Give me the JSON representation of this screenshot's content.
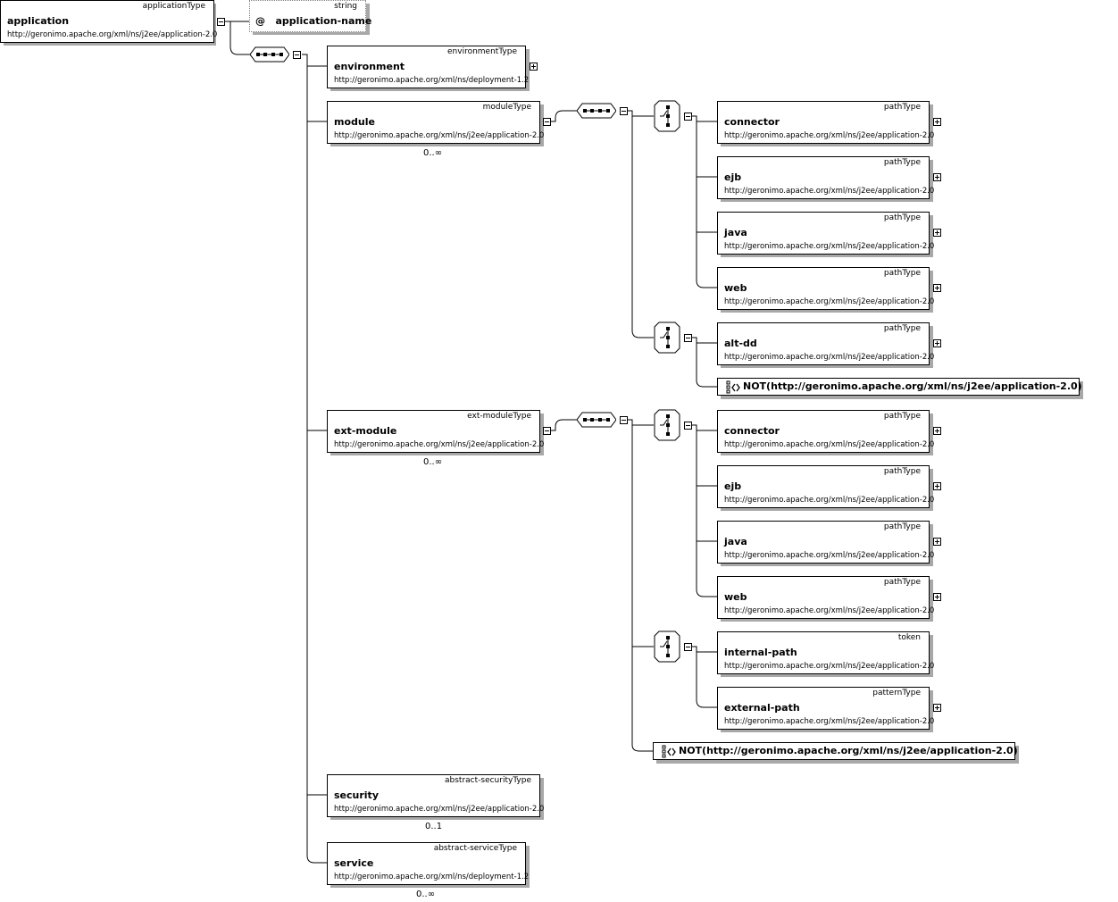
{
  "root": {
    "name": "application",
    "type": "applicationType",
    "ns": "http://geronimo.apache.org/xml/ns/j2ee/application-2.0"
  },
  "attribute": {
    "symbol": "@",
    "name": "application-name",
    "type": "string"
  },
  "elements": {
    "environment": {
      "name": "environment",
      "type": "environmentType",
      "ns": "http://geronimo.apache.org/xml/ns/deployment-1.2"
    },
    "module": {
      "name": "module",
      "type": "moduleType",
      "ns": "http://geronimo.apache.org/xml/ns/j2ee/application-2.0",
      "occurs": "0..∞"
    },
    "ext_module": {
      "name": "ext-module",
      "type": "ext-moduleType",
      "ns": "http://geronimo.apache.org/xml/ns/j2ee/application-2.0",
      "occurs": "0..∞"
    },
    "security": {
      "name": "security",
      "type": "abstract-securityType",
      "ns": "http://geronimo.apache.org/xml/ns/j2ee/application-2.0",
      "occurs": "0..1"
    },
    "service": {
      "name": "service",
      "type": "abstract-serviceType",
      "ns": "http://geronimo.apache.org/xml/ns/deployment-1.2",
      "occurs": "0..∞"
    }
  },
  "module_children": [
    {
      "name": "connector",
      "type": "pathType",
      "ns": "http://geronimo.apache.org/xml/ns/j2ee/application-2.0"
    },
    {
      "name": "ejb",
      "type": "pathType",
      "ns": "http://geronimo.apache.org/xml/ns/j2ee/application-2.0"
    },
    {
      "name": "java",
      "type": "pathType",
      "ns": "http://geronimo.apache.org/xml/ns/j2ee/application-2.0"
    },
    {
      "name": "web",
      "type": "pathType",
      "ns": "http://geronimo.apache.org/xml/ns/j2ee/application-2.0"
    },
    {
      "name": "alt-dd",
      "type": "pathType",
      "ns": "http://geronimo.apache.org/xml/ns/j2ee/application-2.0"
    }
  ],
  "module_any": "NOT(http://geronimo.apache.org/xml/ns/j2ee/application-2.0)",
  "ext_children": [
    {
      "name": "connector",
      "type": "pathType",
      "ns": "http://geronimo.apache.org/xml/ns/j2ee/application-2.0"
    },
    {
      "name": "ejb",
      "type": "pathType",
      "ns": "http://geronimo.apache.org/xml/ns/j2ee/application-2.0"
    },
    {
      "name": "java",
      "type": "pathType",
      "ns": "http://geronimo.apache.org/xml/ns/j2ee/application-2.0"
    },
    {
      "name": "web",
      "type": "pathType",
      "ns": "http://geronimo.apache.org/xml/ns/j2ee/application-2.0"
    },
    {
      "name": "internal-path",
      "type": "token",
      "ns": "http://geronimo.apache.org/xml/ns/j2ee/application-2.0"
    },
    {
      "name": "external-path",
      "type": "patternType",
      "ns": "http://geronimo.apache.org/xml/ns/j2ee/application-2.0"
    }
  ],
  "ext_any": "NOT(http://geronimo.apache.org/xml/ns/j2ee/application-2.0)"
}
